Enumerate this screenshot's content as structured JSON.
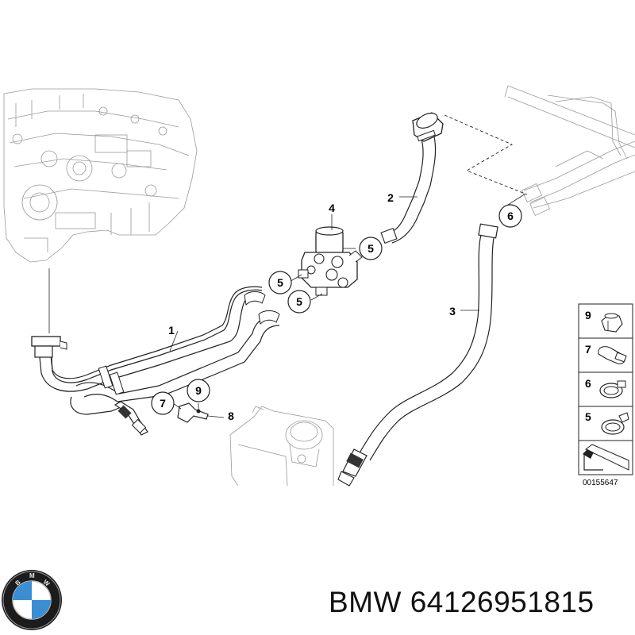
{
  "diagram": {
    "callouts": {
      "c1": "1",
      "c2": "2",
      "c3": "3",
      "c4": "4",
      "c5a": "5",
      "c5b": "5",
      "c5c": "5",
      "c6": "6",
      "c7": "7",
      "c8": "8",
      "c9": "9"
    },
    "legend": {
      "items": [
        "9",
        "7",
        "6",
        "5"
      ]
    },
    "diagram_id": "00155647"
  },
  "footer": {
    "brand": "BMW",
    "part_number": "64126951815",
    "logo_letters": "BMW"
  }
}
